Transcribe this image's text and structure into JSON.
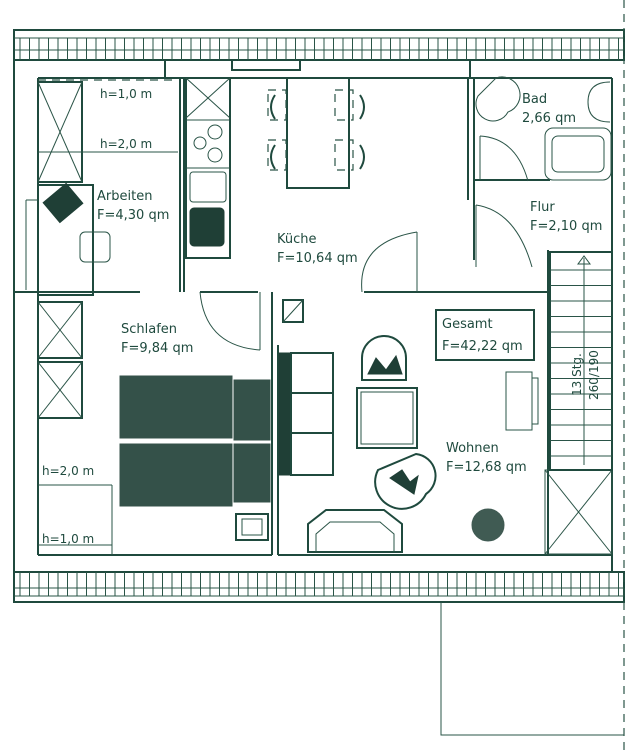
{
  "plan": {
    "stroke_color": "#1f4a3e",
    "rooms": [
      {
        "name": "Arbeiten",
        "area": "F=4,30 qm"
      },
      {
        "name": "Küche",
        "area": "F=10,64 qm"
      },
      {
        "name": "Bad",
        "area": "2,66 qm"
      },
      {
        "name": "Flur",
        "area": "F=2,10 qm"
      },
      {
        "name": "Schlafen",
        "area": "F=9,84 qm"
      },
      {
        "name": "Wohnen",
        "area": "F=12,68 qm"
      }
    ],
    "total": {
      "label": "Gesamt",
      "area": "F=42,22 qm"
    },
    "heights": {
      "top_h1": "h=1,0 m",
      "top_h2": "h=2,0 m",
      "bottom_h2": "h=2,0 m",
      "bottom_h1": "h=1,0 m"
    },
    "stairs": {
      "steps": "13 Stg.",
      "dimensions": "260/190"
    }
  }
}
